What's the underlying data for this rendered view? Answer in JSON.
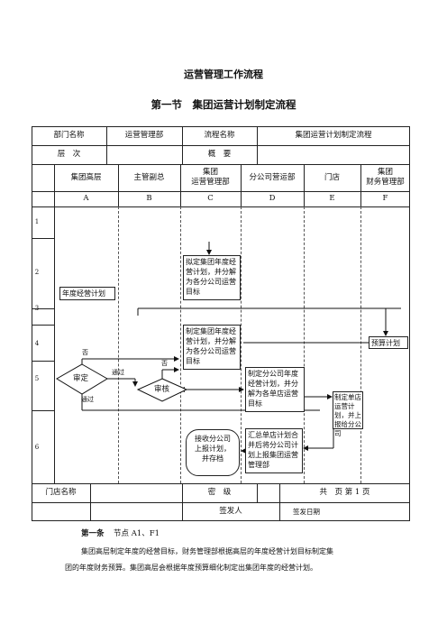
{
  "title": "运营管理工作流程",
  "section_title": "第一节　集团运营计划制定流程",
  "header": {
    "dept_label": "部门名称",
    "dept_value": "运营管理部",
    "flow_label": "流程名称",
    "flow_value": "集团运营计划制定流程",
    "level_label": "层　次",
    "summary_label": "概　要"
  },
  "columns": [
    {
      "name": "集团高层",
      "letter": "A"
    },
    {
      "name": "主管副总",
      "letter": "B"
    },
    {
      "name": "集团\n运营管理部",
      "letter": "C"
    },
    {
      "name": "分公司营运部",
      "letter": "D"
    },
    {
      "name": "门店",
      "letter": "E"
    },
    {
      "name": "集团\n财务管理部",
      "letter": "F"
    }
  ],
  "rows": [
    "1",
    "2",
    "3",
    "4",
    "5",
    "6"
  ],
  "nodes": {
    "annual_target": "年度经营计划",
    "draft_group_plan": "拟定集团年度经营计划，并分解为各分公司运营目标",
    "make_group_plan": "制定集团年度经营计划，并分解为各分公司运营目标",
    "budget_plan": "预算计划",
    "approve": "审定",
    "review": "审核",
    "branch_plan": "制定分公司年度经营计划，并分解为各单店运营目标",
    "store_plan": "制定单店运营计划，并上报给分公司",
    "collect_plan": "汇总单店计划合并后将分公司计划上报集团运营管理部",
    "receive_plan": "接收分公司上报计划，并存档"
  },
  "edge_labels": {
    "no1": "否",
    "pass1": "通过",
    "no2": "否",
    "pass2": "通过"
  },
  "footer": {
    "store_name_label": "门店名称",
    "secret_label": "密　级",
    "pages_label": "共　页 第 1 页",
    "issuer_label": "签发人",
    "issue_date_label": "签发日期"
  },
  "body": {
    "clause": "第一条",
    "node_ref": "节点 A1、F1",
    "line1": "集团高层制定年度的经营目标，财务管理部根据高层的年度经营计划目标制定集",
    "line2": "团的年度财务预算。集团高层会根据年度预算细化制定出集团年度的经营计划。"
  }
}
